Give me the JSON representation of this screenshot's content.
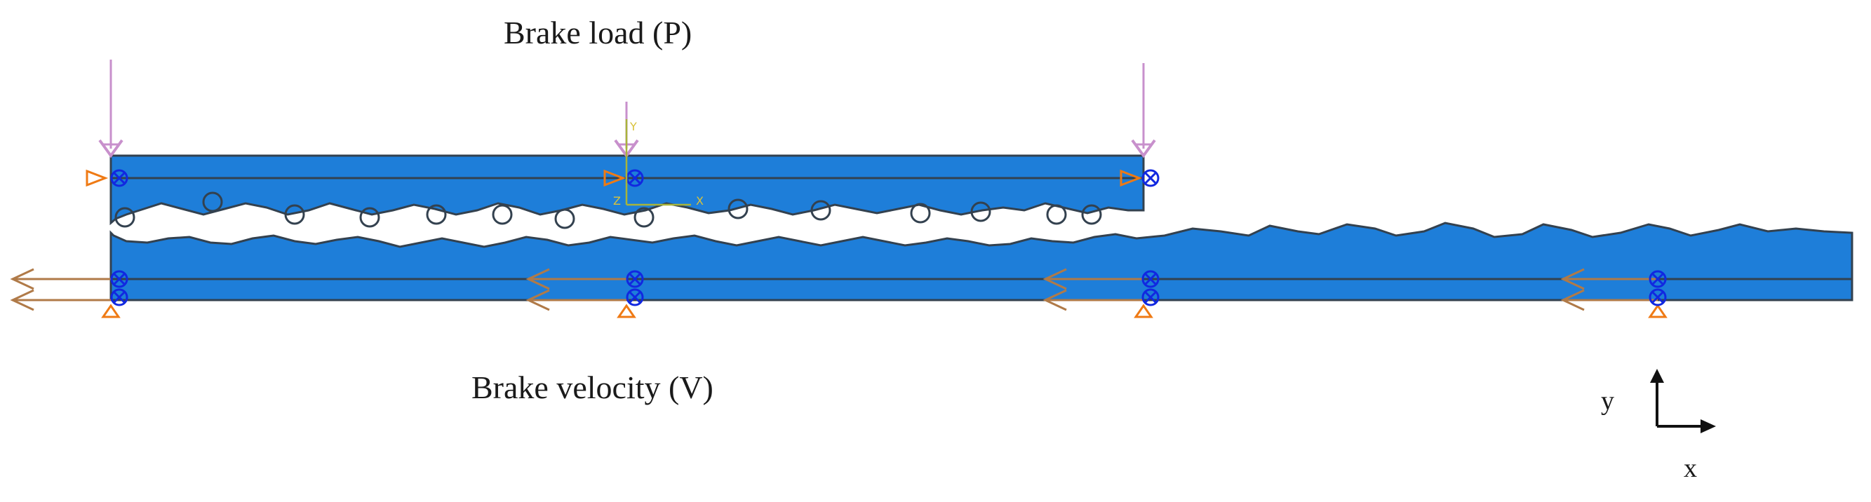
{
  "labels": {
    "brake_load": "Brake load (P)",
    "brake_velocity": "Brake velocity (V)",
    "axis_y": "y",
    "axis_x": "x"
  },
  "triad": {
    "y": "Y",
    "x": "X",
    "z": "Z"
  },
  "colors": {
    "body_blue": "#1e7ed9",
    "outline": "#33414f",
    "load_arrow": "#c890cc",
    "velocity_arrow": "#b07a48",
    "constraint_orange": "#ef7a14",
    "node_blue": "#1128e0",
    "triad_green": "#a8b43a",
    "triad_yellow": "#d9c23a"
  },
  "icons": {
    "load": "down-arrow-icon",
    "velocity": "double-left-arrow-icon",
    "constraint": "triangle-support-icon",
    "node": "coupling-node-icon",
    "axes": "xy-axes-icon"
  }
}
